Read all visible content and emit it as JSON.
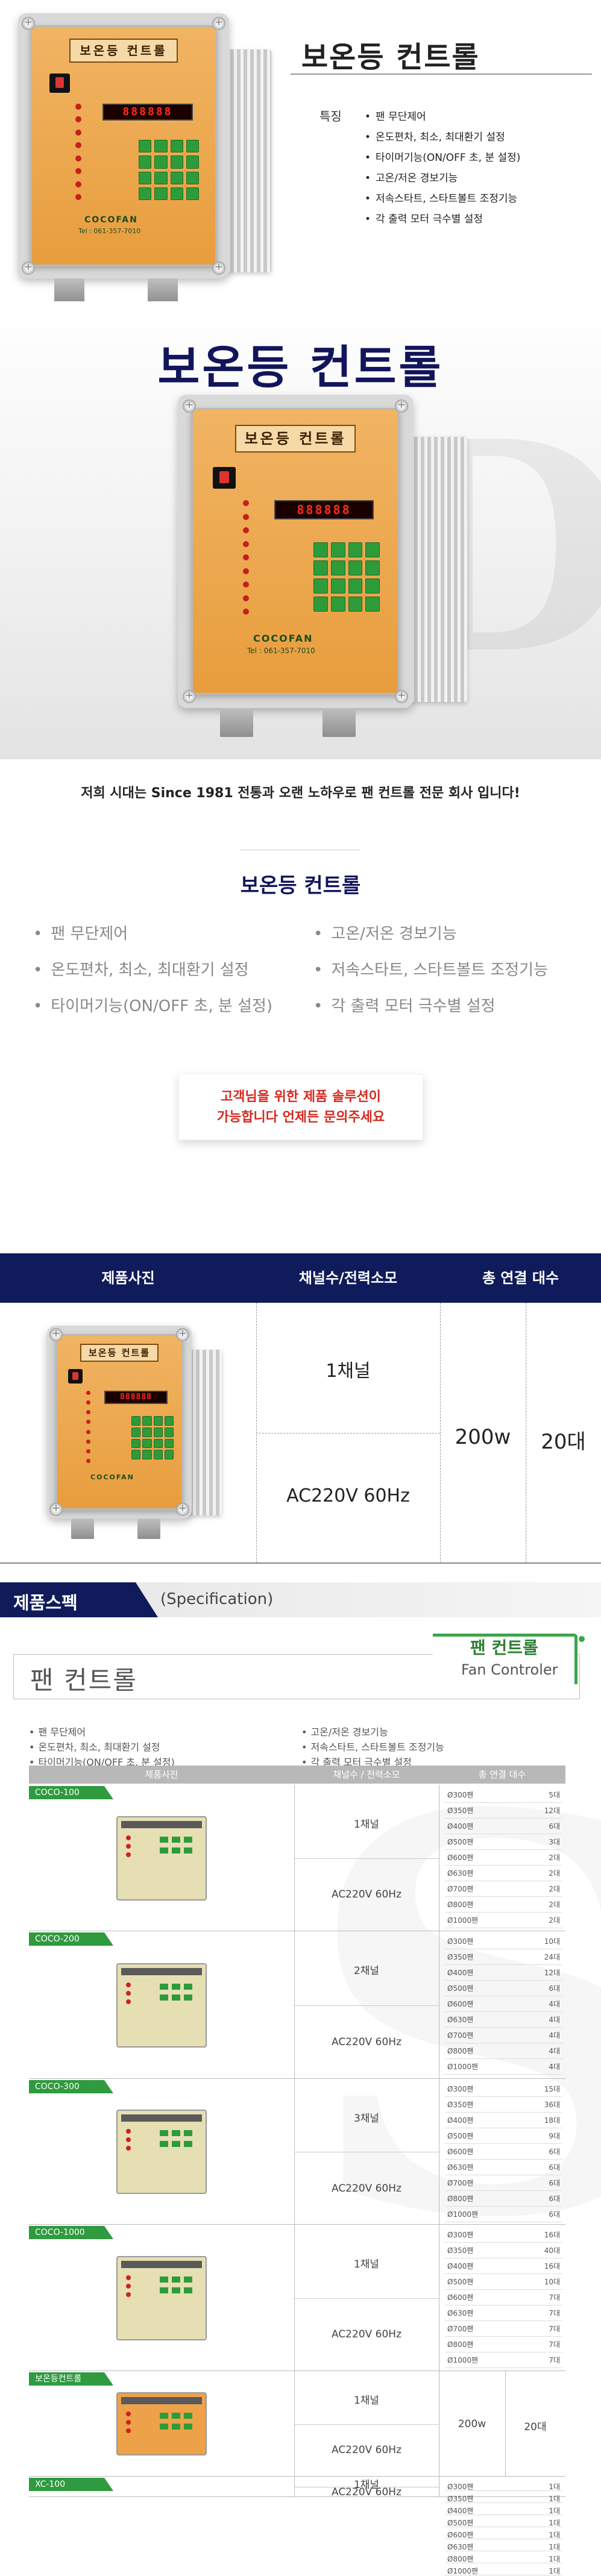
{
  "section1": {
    "title": "보온등 컨트롤",
    "feature_label": "특징",
    "features": [
      "팬 무단제어",
      "온도편차, 최소, 최대환기 설정",
      "타이머기능(ON/OFF 초, 분 설정)",
      "고온/저온 경보기능",
      "저속스타트, 스타트볼트 조정기능",
      "각 출력 모터 극수별 설정"
    ]
  },
  "device": {
    "plate_text": "보온등 컨트롤",
    "brand": "COCOFAN",
    "phone": "Tel : 061-357-7010",
    "display": "888888"
  },
  "hero": {
    "title": "보온등 컨트롤",
    "watermark": "SD"
  },
  "intro": {
    "company_line": "저희 시대는 Since 1981 전통과 오랜 노하우로 팬 컨트롤 전문 회사 입니다!",
    "section_title": "보온등 컨트롤",
    "features_left": [
      "팬 무단제어",
      "온도편차, 최소, 최대환기 설정",
      "타이머기능(ON/OFF 초, 분 설정)"
    ],
    "features_right": [
      "고온/저온 경보기능",
      "저속스타트, 스타트볼트 조정기능",
      "각 출력 모터 극수별 설정"
    ],
    "cta_line1": "고객님을 위한 제품 솔루션이",
    "cta_line2": "가능합니다 언제든 문의주세요"
  },
  "main_table": {
    "headers": [
      "제품사진",
      "채널수/전력소모",
      "총 연결 대수"
    ],
    "channel": "1채널",
    "power": "AC220V 60Hz",
    "watt": "200w",
    "count": "20대"
  },
  "spec": {
    "tab_label": "제품스펙",
    "subtitle": "(Specification)",
    "pane_title": "팬 컨트롤",
    "tab_ko": "팬 컨트롤",
    "tab_en": "Fan Controler",
    "features_left": [
      "팬 무단제어",
      "온도편차, 최소, 최대환기 설정",
      "타이머기능(ON/OFF 초, 분 설정)"
    ],
    "features_right": [
      "고온/저온 경보기능",
      "저속스타트, 스타트볼트 조정기능",
      "각 출력 모터 극수별 설정"
    ],
    "table_headers": [
      "제품사진",
      "채널수 / 전력소모",
      "총 연결 대수"
    ]
  },
  "models": [
    {
      "name": "COCO-100",
      "channel": "1채널",
      "power": "AC220V 60Hz",
      "rows": [
        [
          "Ø300팬",
          "5대"
        ],
        [
          "Ø350팬",
          "12대"
        ],
        [
          "Ø400팬",
          "6대"
        ],
        [
          "Ø500팬",
          "3대"
        ],
        [
          "Ø600팬",
          "2대"
        ],
        [
          "Ø630팬",
          "2대"
        ],
        [
          "Ø700팬",
          "2대"
        ],
        [
          "Ø800팬",
          "2대"
        ],
        [
          "Ø1000팬",
          "2대"
        ]
      ]
    },
    {
      "name": "COCO-200",
      "channel": "2채널",
      "power": "AC220V 60Hz",
      "rows": [
        [
          "Ø300팬",
          "10대"
        ],
        [
          "Ø350팬",
          "24대"
        ],
        [
          "Ø400팬",
          "12대"
        ],
        [
          "Ø500팬",
          "6대"
        ],
        [
          "Ø600팬",
          "4대"
        ],
        [
          "Ø630팬",
          "4대"
        ],
        [
          "Ø700팬",
          "4대"
        ],
        [
          "Ø800팬",
          "4대"
        ],
        [
          "Ø1000팬",
          "4대"
        ]
      ]
    },
    {
      "name": "COCO-300",
      "channel": "3채널",
      "power": "AC220V 60Hz",
      "rows": [
        [
          "Ø300팬",
          "15대"
        ],
        [
          "Ø350팬",
          "36대"
        ],
        [
          "Ø400팬",
          "18대"
        ],
        [
          "Ø500팬",
          "9대"
        ],
        [
          "Ø600팬",
          "6대"
        ],
        [
          "Ø630팬",
          "6대"
        ],
        [
          "Ø700팬",
          "6대"
        ],
        [
          "Ø800팬",
          "6대"
        ],
        [
          "Ø1000팬",
          "6대"
        ]
      ]
    },
    {
      "name": "COCO-1000",
      "channel": "1채널",
      "power": "AC220V 60Hz",
      "rows": [
        [
          "Ø300팬",
          "16대"
        ],
        [
          "Ø350팬",
          "40대"
        ],
        [
          "Ø400팬",
          "16대"
        ],
        [
          "Ø500팬",
          "10대"
        ],
        [
          "Ø600팬",
          "7대"
        ],
        [
          "Ø630팬",
          "7대"
        ],
        [
          "Ø700팬",
          "7대"
        ],
        [
          "Ø800팬",
          "7대"
        ],
        [
          "Ø1000팬",
          "7대"
        ]
      ]
    },
    {
      "name": "보온등컨트롤",
      "channel": "1채널",
      "power": "AC220V 60Hz",
      "watt": "200w",
      "count": "20대",
      "rows": []
    },
    {
      "name": "XC-100",
      "channel": "1채널",
      "power": "AC220V 60Hz",
      "rows": [
        [
          "Ø300팬",
          "1대"
        ],
        [
          "Ø350팬",
          "1대"
        ],
        [
          "Ø400팬",
          "1대"
        ],
        [
          "Ø500팬",
          "1대"
        ],
        [
          "Ø600팬",
          "1대"
        ],
        [
          "Ø630팬",
          "1대"
        ],
        [
          "Ø800팬",
          "1대"
        ],
        [
          "Ø1000팬",
          "1대"
        ]
      ]
    }
  ]
}
